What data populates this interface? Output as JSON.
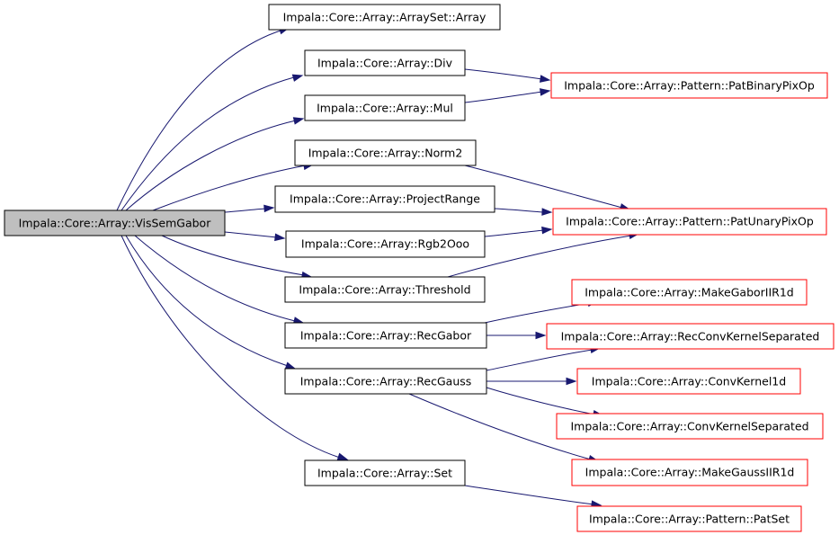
{
  "graph": {
    "colors": {
      "edge": "#191970",
      "root_fill": "#bfbfbf",
      "internal_border": "#000000",
      "external_border": "#ff0000"
    },
    "nodes": {
      "vissemgabor": {
        "label": "Impala::Core::Array::VisSemGabor",
        "kind": "root"
      },
      "arraysetarray": {
        "label": "Impala::Core::Array::ArraySet::Array",
        "kind": "internal"
      },
      "div": {
        "label": "Impala::Core::Array::Div",
        "kind": "internal"
      },
      "mul": {
        "label": "Impala::Core::Array::Mul",
        "kind": "internal"
      },
      "norm2": {
        "label": "Impala::Core::Array::Norm2",
        "kind": "internal"
      },
      "projectrange": {
        "label": "Impala::Core::Array::ProjectRange",
        "kind": "internal"
      },
      "rgb2ooo": {
        "label": "Impala::Core::Array::Rgb2Ooo",
        "kind": "internal"
      },
      "threshold": {
        "label": "Impala::Core::Array::Threshold",
        "kind": "internal"
      },
      "recgabor": {
        "label": "Impala::Core::Array::RecGabor",
        "kind": "internal"
      },
      "recgauss": {
        "label": "Impala::Core::Array::RecGauss",
        "kind": "internal"
      },
      "set": {
        "label": "Impala::Core::Array::Set",
        "kind": "internal"
      },
      "patbinarypixop": {
        "label": "Impala::Core::Array::Pattern::PatBinaryPixOp",
        "kind": "external"
      },
      "patunarypixop": {
        "label": "Impala::Core::Array::Pattern::PatUnaryPixOp",
        "kind": "external"
      },
      "makegaborir1d": {
        "label": "Impala::Core::Array::MakeGaborIIR1d",
        "kind": "external"
      },
      "recconvkernelseparated": {
        "label": "Impala::Core::Array::RecConvKernelSeparated",
        "kind": "external"
      },
      "convkernel1d": {
        "label": "Impala::Core::Array::ConvKernel1d",
        "kind": "external"
      },
      "convkernelseparated": {
        "label": "Impala::Core::Array::ConvKernelSeparated",
        "kind": "external"
      },
      "makegaussir1d": {
        "label": "Impala::Core::Array::MakeGaussIIR1d",
        "kind": "external"
      },
      "patset": {
        "label": "Impala::Core::Array::Pattern::PatSet",
        "kind": "external"
      }
    },
    "edges": [
      {
        "from": "vissemgabor",
        "to": "arraysetarray"
      },
      {
        "from": "vissemgabor",
        "to": "div"
      },
      {
        "from": "vissemgabor",
        "to": "mul"
      },
      {
        "from": "vissemgabor",
        "to": "norm2"
      },
      {
        "from": "vissemgabor",
        "to": "projectrange"
      },
      {
        "from": "vissemgabor",
        "to": "rgb2ooo"
      },
      {
        "from": "vissemgabor",
        "to": "threshold"
      },
      {
        "from": "vissemgabor",
        "to": "recgabor"
      },
      {
        "from": "vissemgabor",
        "to": "recgauss"
      },
      {
        "from": "vissemgabor",
        "to": "set"
      },
      {
        "from": "div",
        "to": "patbinarypixop"
      },
      {
        "from": "mul",
        "to": "patbinarypixop"
      },
      {
        "from": "norm2",
        "to": "patunarypixop"
      },
      {
        "from": "projectrange",
        "to": "patunarypixop"
      },
      {
        "from": "rgb2ooo",
        "to": "patunarypixop"
      },
      {
        "from": "threshold",
        "to": "patunarypixop"
      },
      {
        "from": "recgabor",
        "to": "makegaborir1d"
      },
      {
        "from": "recgabor",
        "to": "recconvkernelseparated"
      },
      {
        "from": "recgauss",
        "to": "recconvkernelseparated"
      },
      {
        "from": "recgauss",
        "to": "convkernel1d"
      },
      {
        "from": "recgauss",
        "to": "convkernelseparated"
      },
      {
        "from": "recgauss",
        "to": "makegaussir1d"
      },
      {
        "from": "set",
        "to": "patset"
      }
    ]
  }
}
